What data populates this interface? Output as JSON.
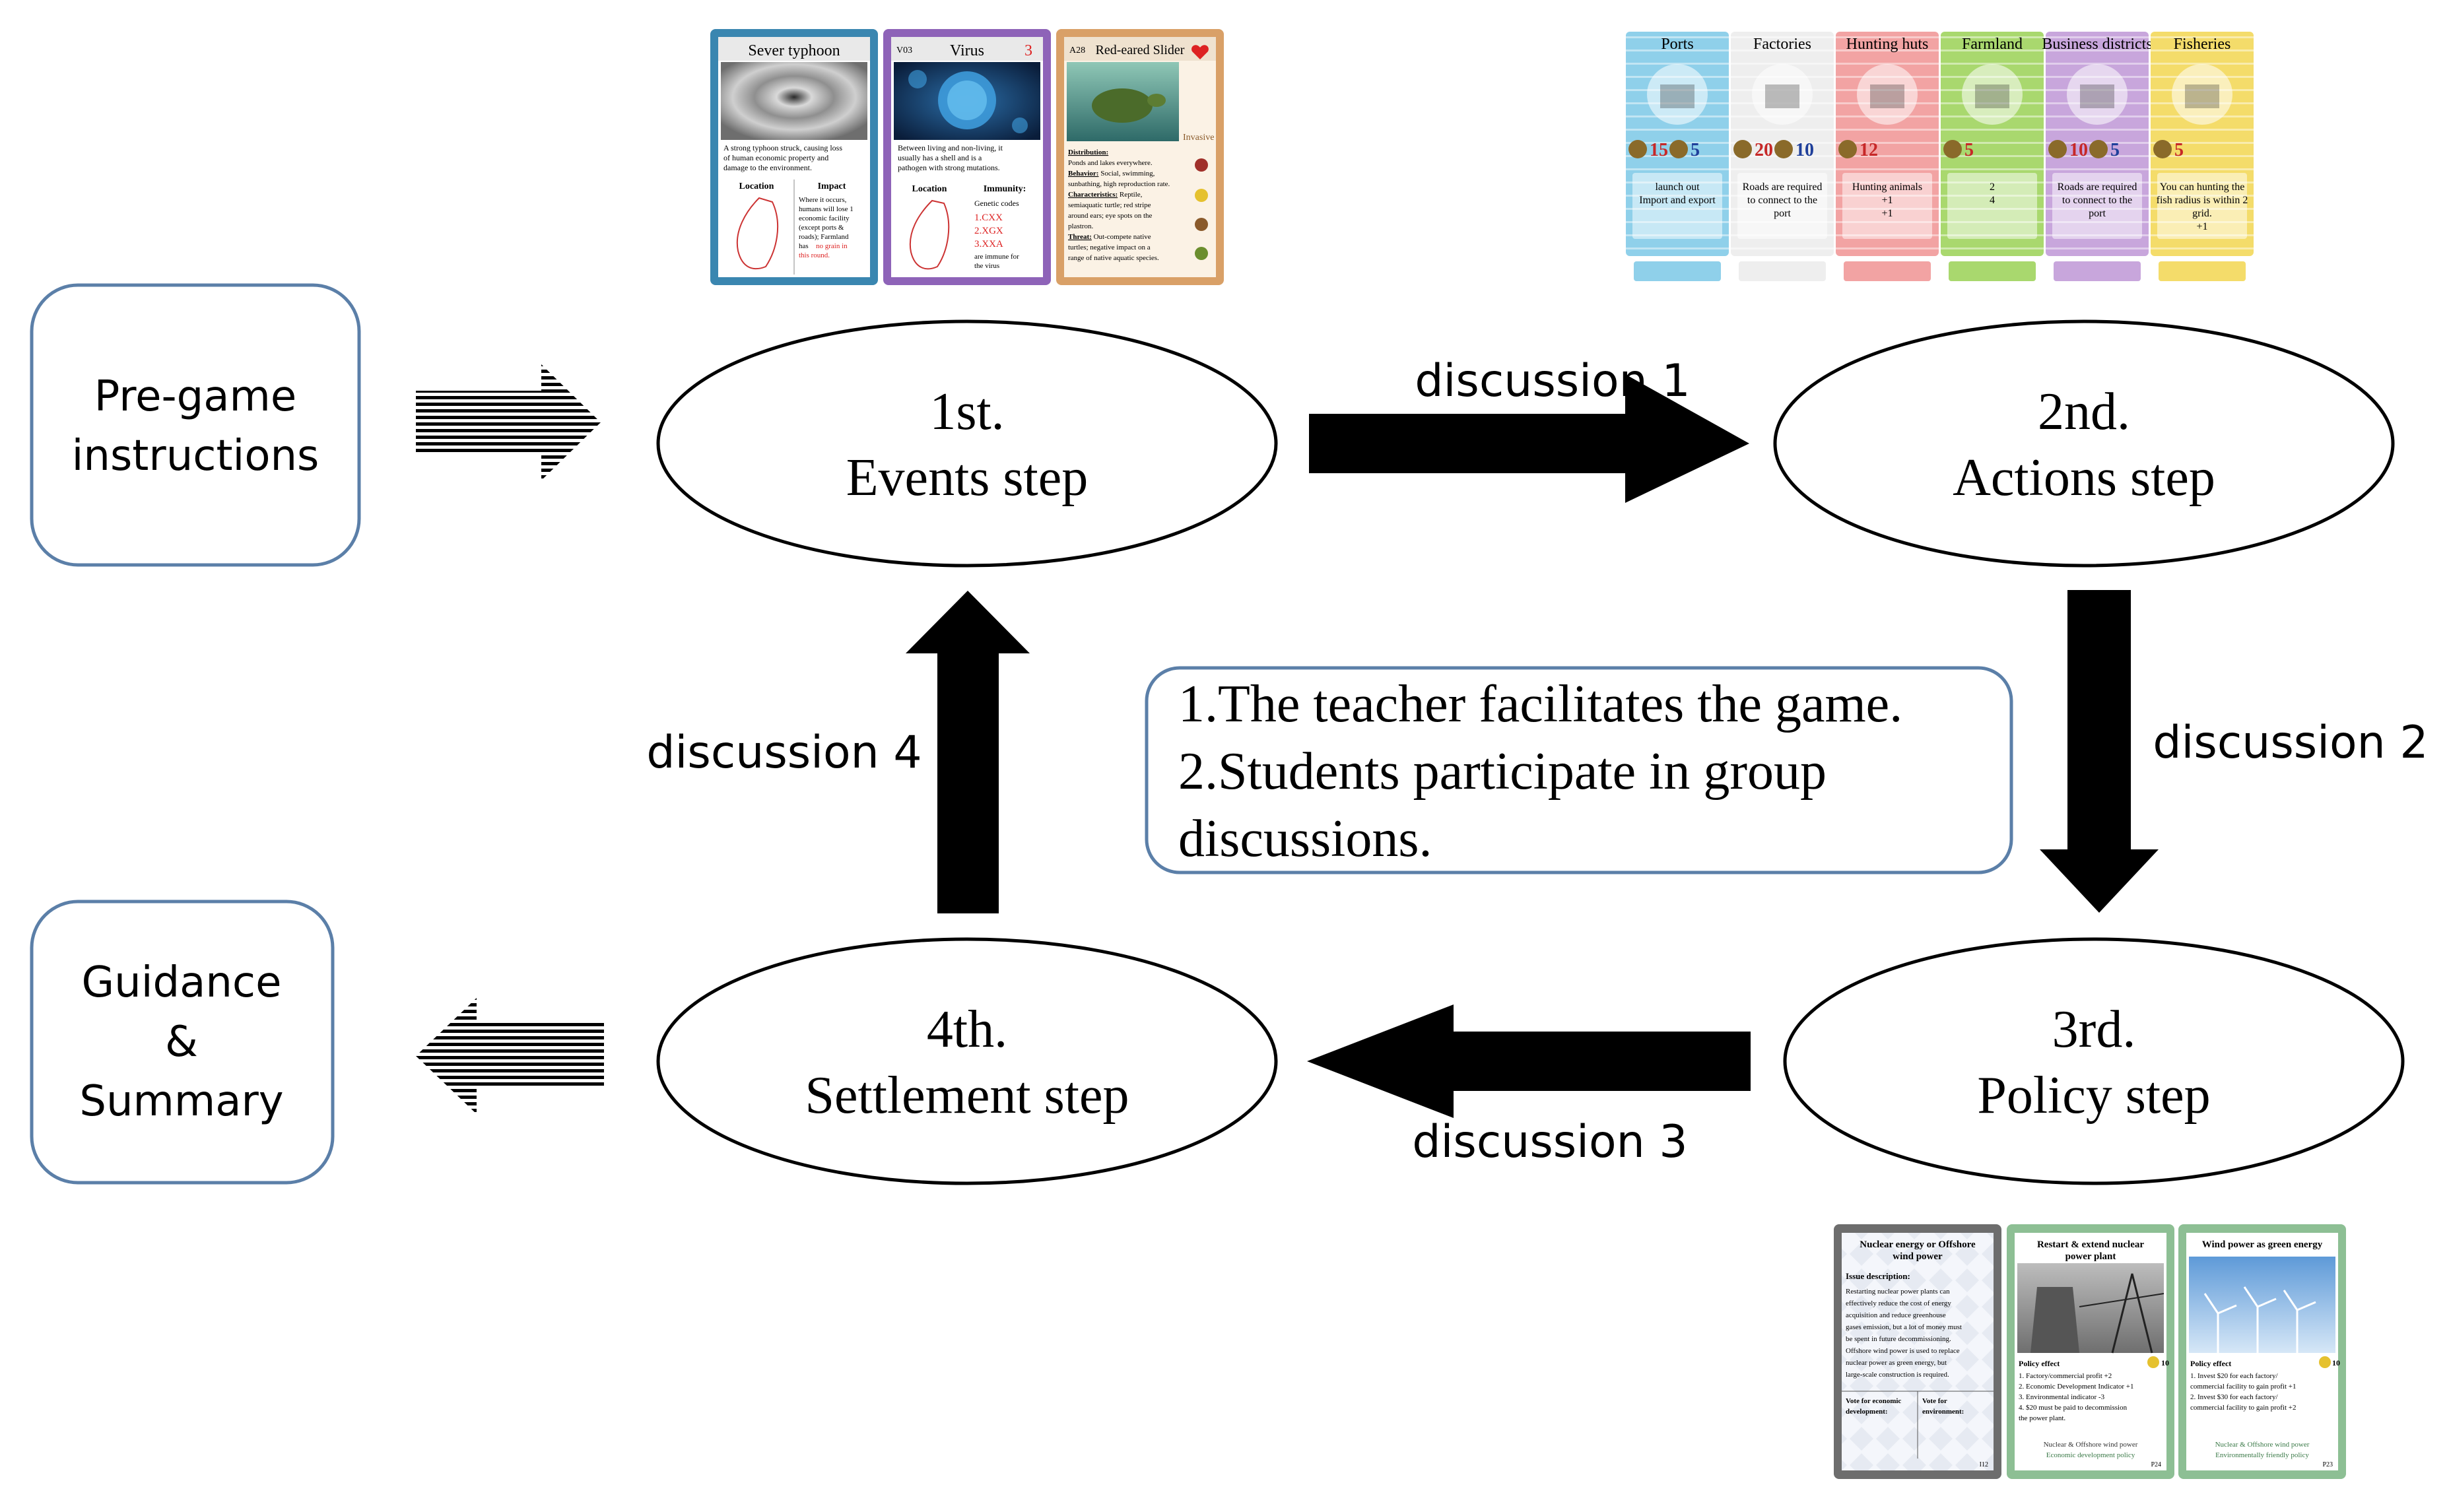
{
  "side_boxes": {
    "pregame": [
      "Pre-game",
      "instructions"
    ],
    "guidance": [
      "Guidance",
      "&",
      "Summary"
    ]
  },
  "steps": {
    "events": [
      "1st.",
      "Events step"
    ],
    "actions": [
      "2nd.",
      "Actions step"
    ],
    "policy": [
      "3rd.",
      "Policy step"
    ],
    "settlement": [
      "4th.",
      "Settlement step"
    ]
  },
  "discussions": {
    "d1": "discussion 1",
    "d2": "discussion 2",
    "d3": "discussion 3",
    "d4": "discussion 4"
  },
  "center_note": [
    "1.The teacher facilitates the game.",
    "2.Students participate in group",
    "discussions."
  ],
  "event_cards": [
    {
      "title": "Sever typhoon",
      "border": "#3a86b0",
      "desc": [
        "A strong typhoon struck, causing loss",
        "of human economic property and",
        "damage to the environment."
      ],
      "left_label": "Location",
      "right_label": "Impact",
      "right_lines": [
        "Where it occurs,",
        "humans will lose 1",
        "economic facility",
        "(except ports &",
        "roads); Farmland",
        "has",
        "no grain in",
        "this round."
      ]
    },
    {
      "code": "V03",
      "title": "Virus",
      "num": "3",
      "border": "#8e63b8",
      "desc": [
        "Between living and non-living, it",
        "usually has a shell and is a",
        "pathogen with strong mutations."
      ],
      "left_label": "Location",
      "right_label": "Immunity:",
      "right_lines": [
        "Genetic codes",
        "1.CXX",
        "2.XGX",
        "3.XXA",
        "are immune for",
        "the virus"
      ]
    },
    {
      "code": "A28",
      "title": "Red-eared Slider",
      "border": "#d9a067",
      "tag": "Invasive",
      "lines": [
        [
          "Distribution:",
          ""
        ],
        [
          "",
          "Ponds and lakes everywhere."
        ],
        [
          "Behavior:",
          " Social, swimming,"
        ],
        [
          "",
          "sunbathing, high reproduction rate."
        ],
        [
          "Characteristics:",
          " Reptile,"
        ],
        [
          "",
          "semiaquatic turtle; red stripe"
        ],
        [
          "",
          "around ears; eye spots on the"
        ],
        [
          "",
          "plastron."
        ],
        [
          "Threat:",
          " Out-compete native"
        ],
        [
          "",
          "turtles; negative impact on a"
        ],
        [
          "",
          "range of native aquatic species."
        ]
      ]
    }
  ],
  "action_cards": [
    {
      "name": "Ports",
      "color": "#8fd0ea",
      "values": [
        "15",
        "5"
      ],
      "text": [
        "launch out",
        "Import and export"
      ]
    },
    {
      "name": "Factories",
      "color": "#eeeeee",
      "values": [
        "20",
        "10"
      ],
      "text": [
        "Roads are required",
        "to connect to the",
        "port"
      ]
    },
    {
      "name": "Hunting huts",
      "color": "#f2a3a3",
      "values": [
        "12"
      ],
      "text": [
        "Hunting animals",
        "+1",
        "+1"
      ]
    },
    {
      "name": "Farmland",
      "color": "#a9d86e",
      "values": [
        "5"
      ],
      "text": [
        "2",
        "4"
      ]
    },
    {
      "name": "Business districts",
      "color": "#c8a6dc",
      "values": [
        "10",
        "5"
      ],
      "text": [
        "Roads are required",
        "to connect to the",
        "port"
      ]
    },
    {
      "name": "Fisheries",
      "color": "#f4dc6a",
      "values": [
        "5"
      ],
      "text": [
        "You can hunting the",
        "fish radius is within 2",
        "grid.",
        "+1"
      ]
    }
  ],
  "policy_cards": [
    {
      "title": [
        "Nuclear energy or Offshore",
        "wind power"
      ],
      "border": "#6d6d6d",
      "issue_label": "Issue description:",
      "issue": [
        "Restarting nuclear power plants can",
        "effectively reduce the cost of energy",
        "acquisition and reduce greenhouse",
        "gases emission, but a lot of money must",
        "be spent in future decommissioning.",
        "Offshore wind power is used to replace",
        "nuclear power as green energy, but",
        "large-scale construction is required."
      ],
      "vote_left": [
        "Vote for economic",
        "development:"
      ],
      "vote_right": [
        "Vote for",
        "environment:"
      ],
      "code": "I12"
    },
    {
      "title": [
        "Restart & extend nuclear",
        "power plant"
      ],
      "border": "#8dbf94",
      "num": "10",
      "effect_label": "Policy effect",
      "effects": [
        "1. Factory/commercial profit +2",
        "2. Economic Development Indicator +1",
        "3. Environmental indicator -3",
        "4. $20 must be paid to decommission",
        "the power plant."
      ],
      "footer": [
        "Nuclear & Offshore wind power",
        "Economic development policy"
      ],
      "code": "P24"
    },
    {
      "title": [
        "Wind power as green energy"
      ],
      "border": "#8dbf94",
      "num": "10",
      "effect_label": "Policy effect",
      "effects": [
        "1. Invest $20 for each factory/",
        "commercial facility to gain profit +1",
        "2. Invest $30 for each factory/",
        "commercial facility to gain profit +2"
      ],
      "footer": [
        "Nuclear & Offshore wind power",
        "Environmentally friendly policy"
      ],
      "code": "P23"
    }
  ]
}
